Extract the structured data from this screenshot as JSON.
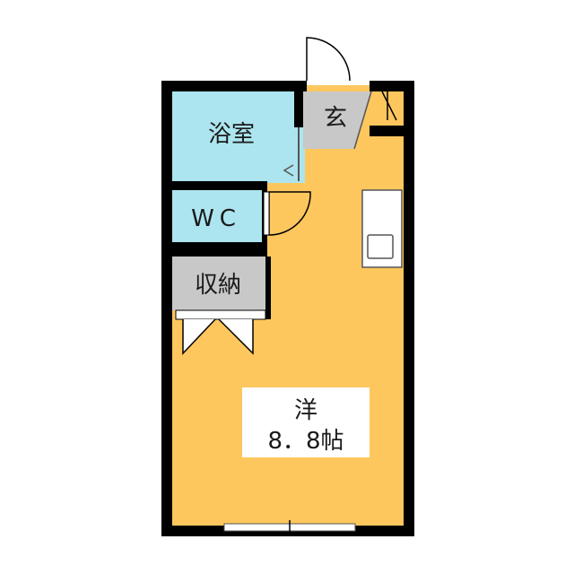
{
  "rooms": {
    "bath": {
      "label": "浴室"
    },
    "entrance": {
      "label": "玄"
    },
    "toilet": {
      "label": "WC"
    },
    "storage": {
      "label": "収納"
    },
    "western": {
      "label": "洋",
      "size_label": "8．8帖"
    }
  },
  "colors": {
    "wall": "#000000",
    "floor_main": "#FDC75E",
    "wet_area": "#ACE5EF",
    "storage_entry": "#C8C8C8",
    "fixture_line": "#555555"
  }
}
